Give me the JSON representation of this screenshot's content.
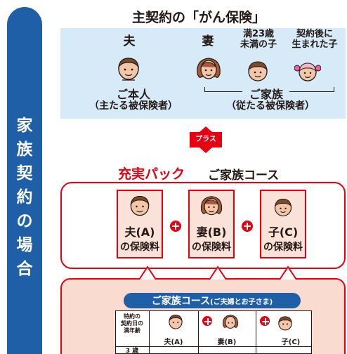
{
  "side_label": [
    "家",
    "族",
    "契",
    "約",
    "の",
    "場",
    "合"
  ],
  "main_title": "主契約の「がん保険」",
  "insured": {
    "husband_role": "夫",
    "wife_role": "妻",
    "child_under23": "満23歳\n未満の子",
    "child_after": "契約後に\n生まれた子",
    "principal_name": "ご本人",
    "principal_sub": "（主たる被保険者）",
    "family_name": "ご家族",
    "family_sub": "（従たる被保険者）"
  },
  "plus_tag": "プラス",
  "pack_name": "充実パック",
  "course_name": "ご家族コース",
  "premium_cards": [
    {
      "person": "夫(A)",
      "premium": "の保険料"
    },
    {
      "person": "妻(B)",
      "premium": "の保険料"
    },
    {
      "person": "子(C)",
      "premium": "の保険料"
    }
  ],
  "course_banner": {
    "title": "ご家族コース",
    "note": "(ご夫婦とお子さま)"
  },
  "table": {
    "header": "特約の\n契約日の\n満年齢",
    "row_value": "3 歳",
    "columns": [
      "夫(A)",
      "妻(B)",
      "子(C)"
    ]
  },
  "colors": {
    "blue": "#1e5fa8",
    "red": "#e60012",
    "light_blue": "#d6eaf7",
    "pink": "#fbe2d8"
  },
  "icons": [
    "husband-face-icon",
    "wife-face-icon",
    "child-face-icon",
    "girl-face-icon",
    "plus-circle-icon"
  ]
}
